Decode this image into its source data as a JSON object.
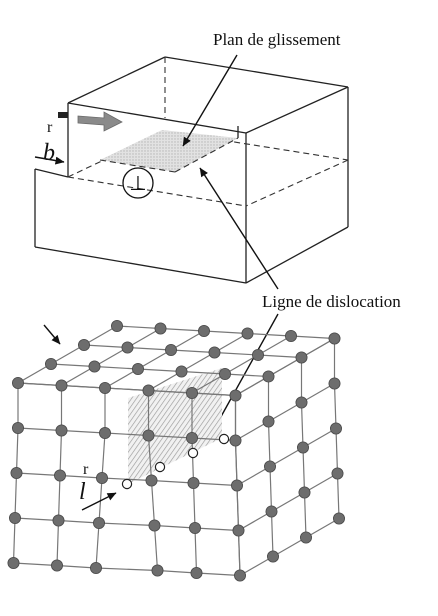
{
  "labels": {
    "slip_plane": "Plan de glissement",
    "dislocation_line": "Ligne de dislocation"
  },
  "vectors": {
    "burgers_top_letter": "b",
    "burgers_top_overline": "r",
    "line_bottom_letter": "l",
    "line_bottom_overline": "r"
  },
  "symbols": {
    "edge_dislocation": "⊥"
  },
  "colors": {
    "ink": "#111111",
    "atom_fill": "#6d6d6d",
    "lattice_line": "#777777",
    "plane_shade": "#cfcfcf",
    "gray_arrow": "#8a8a8a"
  }
}
